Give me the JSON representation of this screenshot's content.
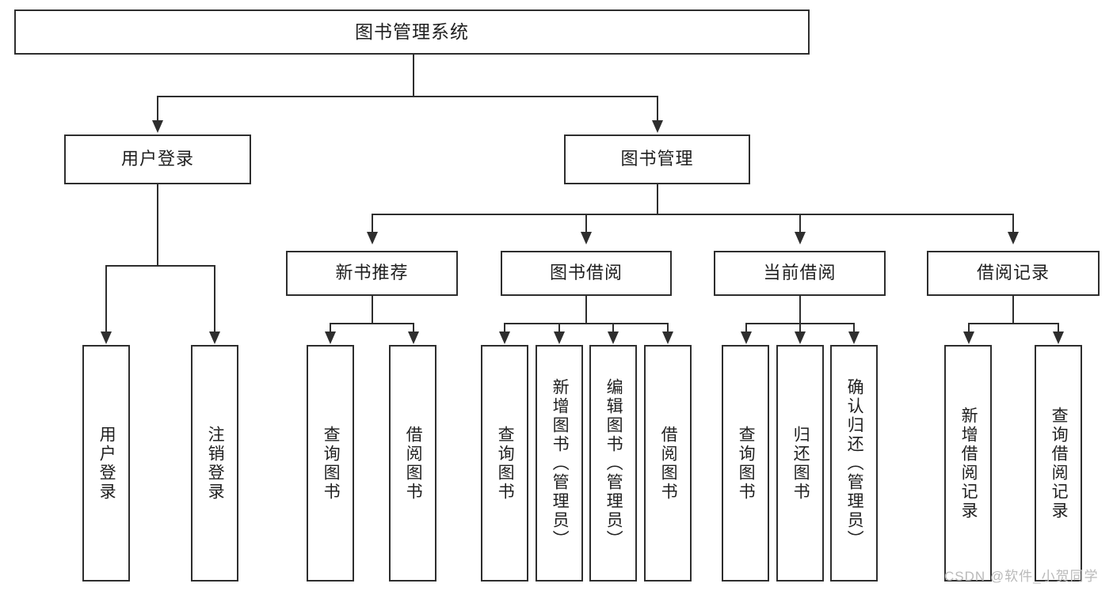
{
  "diagram": {
    "title": "图书管理系统",
    "type": "hierarchy-tree",
    "watermark": "CSDN @软件_小贺同学",
    "colors": {
      "stroke": "#2e2e2e",
      "fill": "#ffffff",
      "text": "#1f1f1f",
      "watermark": "#b9b9b9"
    },
    "nodes": {
      "root": {
        "label": "图书管理系统"
      },
      "level2": [
        {
          "label": "用户登录"
        },
        {
          "label": "图书管理"
        }
      ],
      "level3": [
        {
          "label": "新书推荐"
        },
        {
          "label": "图书借阅"
        },
        {
          "label": "当前借阅"
        },
        {
          "label": "借阅记录"
        }
      ],
      "leaves_user_login": [
        {
          "label": "用户登录"
        },
        {
          "label": "注销登录"
        }
      ],
      "leaves_new_book": [
        {
          "label": "查询图书"
        },
        {
          "label": "借阅图书"
        }
      ],
      "leaves_borrow": [
        {
          "label": "查询图书"
        },
        {
          "label": "新增图书（管理员）"
        },
        {
          "label": "编辑图书（管理员）"
        },
        {
          "label": "借阅图书"
        }
      ],
      "leaves_current": [
        {
          "label": "查询图书"
        },
        {
          "label": "归还图书"
        },
        {
          "label": "确认归还（管理员）"
        }
      ],
      "leaves_record": [
        {
          "label": "新增借阅记录"
        },
        {
          "label": "查询借阅记录"
        }
      ]
    }
  },
  "chart_data": {
    "type": "table",
    "title": "图书管理系统",
    "tree": [
      {
        "node": "图书管理系统",
        "children": [
          {
            "node": "用户登录",
            "children": [
              {
                "node": "用户登录",
                "children": []
              },
              {
                "node": "注销登录",
                "children": []
              }
            ]
          },
          {
            "node": "图书管理",
            "children": [
              {
                "node": "新书推荐",
                "children": [
                  {
                    "node": "查询图书",
                    "children": []
                  },
                  {
                    "node": "借阅图书",
                    "children": []
                  }
                ]
              },
              {
                "node": "图书借阅",
                "children": [
                  {
                    "node": "查询图书",
                    "children": []
                  },
                  {
                    "node": "新增图书（管理员）",
                    "children": []
                  },
                  {
                    "node": "编辑图书（管理员）",
                    "children": []
                  },
                  {
                    "node": "借阅图书",
                    "children": []
                  }
                ]
              },
              {
                "node": "当前借阅",
                "children": [
                  {
                    "node": "查询图书",
                    "children": []
                  },
                  {
                    "node": "归还图书",
                    "children": []
                  },
                  {
                    "node": "确认归还（管理员）",
                    "children": []
                  }
                ]
              },
              {
                "node": "借阅记录",
                "children": [
                  {
                    "node": "新增借阅记录",
                    "children": []
                  },
                  {
                    "node": "查询借阅记录",
                    "children": []
                  }
                ]
              }
            ]
          }
        ]
      }
    ]
  }
}
